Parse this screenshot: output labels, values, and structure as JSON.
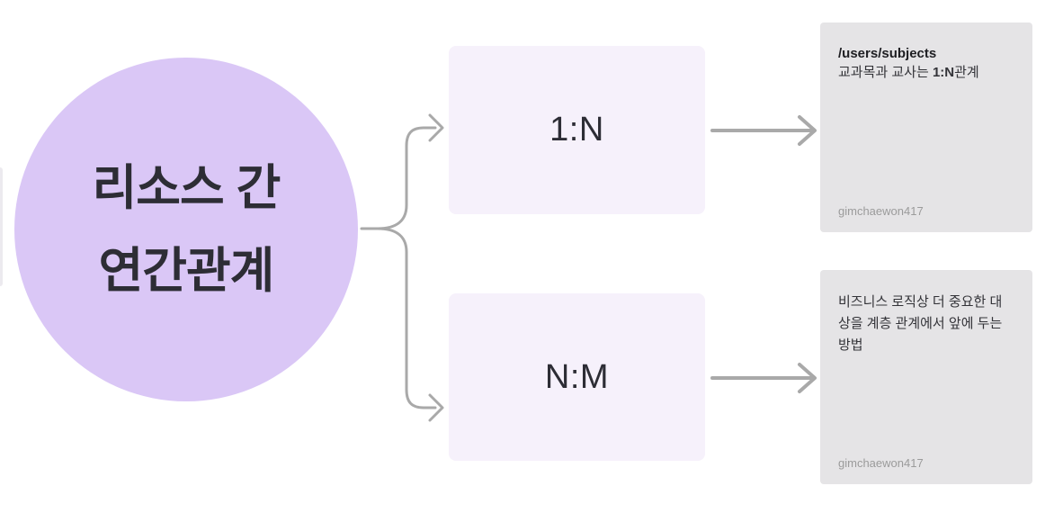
{
  "diagram": {
    "root": {
      "line1": "리소스 간",
      "line2": "연간관계"
    },
    "branches": [
      {
        "label": "1:N",
        "card": {
          "title": "/users/subjects",
          "body_prefix": "교과목과 교사는 ",
          "body_bold": "1:N",
          "body_suffix": "관계",
          "author": "gimchaewon417"
        }
      },
      {
        "label": "N:M",
        "card": {
          "body": "비즈니스 로직상 더 중요한 대상을 계층 관계에서 앞에 두는 방법",
          "author": "gimchaewon417"
        }
      }
    ],
    "colors": {
      "root_fill": "#DAC7F6",
      "branch_fill": "#F6F1FB",
      "card_fill": "#E5E4E6",
      "connector": "#A9A9A9",
      "text_dark": "#2D2D35",
      "text_body": "#333338",
      "author_gray": "#9B9B9B"
    }
  }
}
